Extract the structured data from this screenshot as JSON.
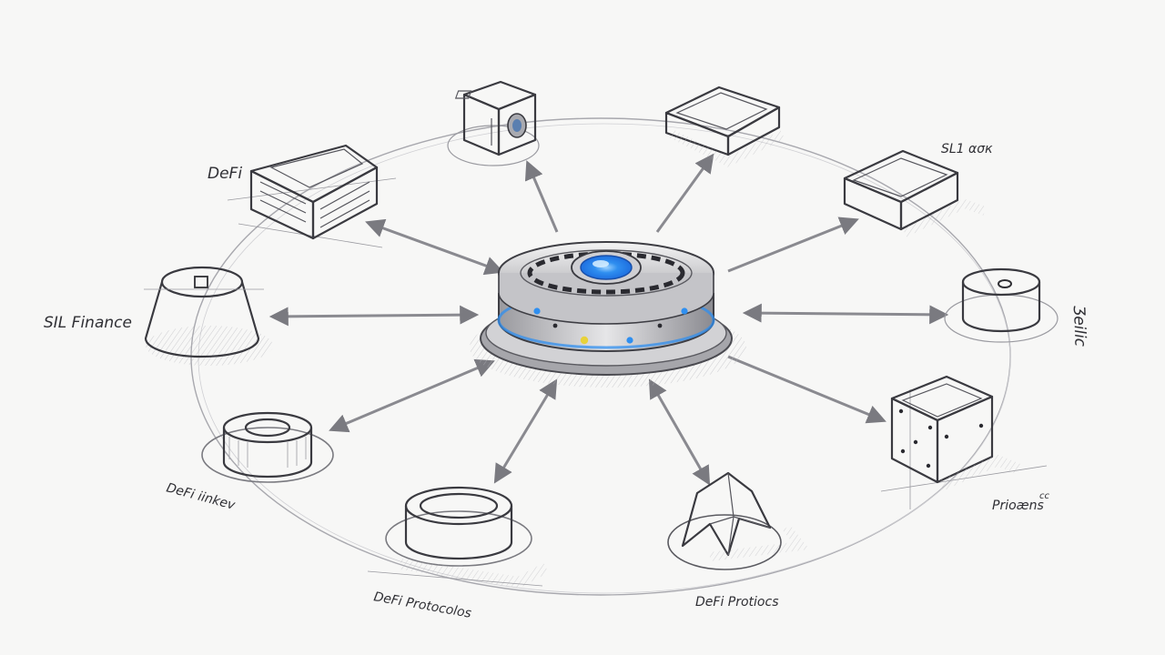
{
  "colors": {
    "paper": "#f7f7f6",
    "ink": "#3a3a40",
    "hub_glow": "#2f8ff0",
    "hub_core": "#1e6fe0",
    "indicator_yellow": "#e8d23a"
  },
  "hub": {
    "icon": "central-hub-disc-icon"
  },
  "labels": {
    "top_left": "DeFi",
    "top_right": "SL1 ασк",
    "left": "SIL Finance",
    "right": "Ʒeilic",
    "bottom_left": "DeFi iinkev",
    "bottom_center_left": "DeFi Protocolos",
    "bottom_center_right": "DeFi Protiocs",
    "bottom_right": "Prioæns",
    "bottom_right_small": "cc"
  },
  "nodes": [
    {
      "id": "top-left-box",
      "icon": "slotted-box-icon"
    },
    {
      "id": "top-cube",
      "icon": "cube-lens-icon"
    },
    {
      "id": "top-right-tray",
      "icon": "flat-tray-icon"
    },
    {
      "id": "right-top-box",
      "icon": "open-box-icon"
    },
    {
      "id": "left-cylinder",
      "icon": "truncated-cone-icon"
    },
    {
      "id": "right-cylinder",
      "icon": "puck-cylinder-icon"
    },
    {
      "id": "left-ring",
      "icon": "thick-ring-icon"
    },
    {
      "id": "bottom-ring",
      "icon": "wide-ring-icon"
    },
    {
      "id": "bottom-star",
      "icon": "folded-star-icon"
    },
    {
      "id": "right-cube",
      "icon": "hollow-cube-icon"
    }
  ]
}
